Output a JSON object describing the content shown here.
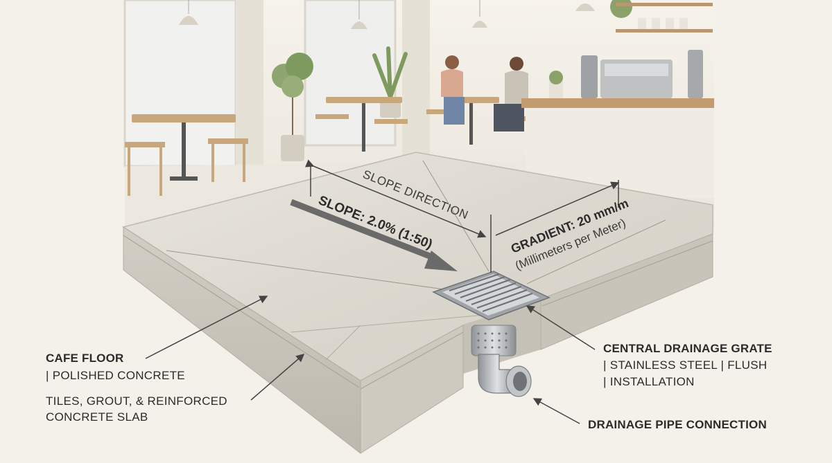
{
  "labels": {
    "slope_direction": "SLOPE DIRECTION",
    "slope": "SLOPE: 2.0% (1:50)",
    "gradient": "GRADIENT: 20 mm/m",
    "gradient_note": "(Millimeters per Meter)",
    "cafe_floor_title": "CAFE FLOOR",
    "cafe_floor_material": "| POLISHED CONCRETE",
    "layers_line1": "TILES, GROUT, & REINFORCED",
    "layers_line2": "CONCRETE SLAB",
    "grate_title": "CENTRAL DRAINAGE GRATE",
    "grate_line2": "| STAINLESS STEEL | FLUSH",
    "grate_line3": "| INSTALLATION",
    "pipe_label": "DRAINAGE PIPE CONNECTION"
  },
  "colors": {
    "background": "#f4f1ea",
    "slab_top": "#dedbd3",
    "slab_side": "#c9c5bb",
    "steel": "#b9bcbf",
    "arrow": "#5e5e5e",
    "text": "#2b2b2b"
  }
}
